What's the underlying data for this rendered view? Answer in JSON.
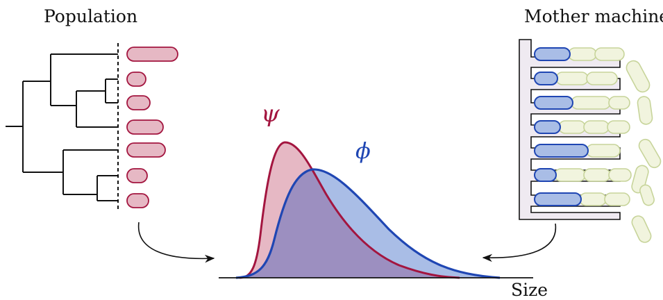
{
  "labels": {
    "population": "Population",
    "mother_machine": "Mother machine",
    "size_axis": "Size",
    "psi": "ψ",
    "phi": "ϕ"
  },
  "colors": {
    "population_fill": "#e6b8c4",
    "population_stroke": "#a3153f",
    "mother_fill": "#a9bde6",
    "mother_stroke": "#1f46b3",
    "overlap_fill": "#9c8fc0",
    "daughter_fill": "#f1f4de",
    "daughter_stroke": "#c7d49a",
    "device_fill": "#efeaf1",
    "ink": "#111111"
  },
  "icons": [
    "phylogenetic-tree-icon",
    "bacteria-cell-icon",
    "microfluidic-channel-icon",
    "curved-arrow-icon"
  ]
}
